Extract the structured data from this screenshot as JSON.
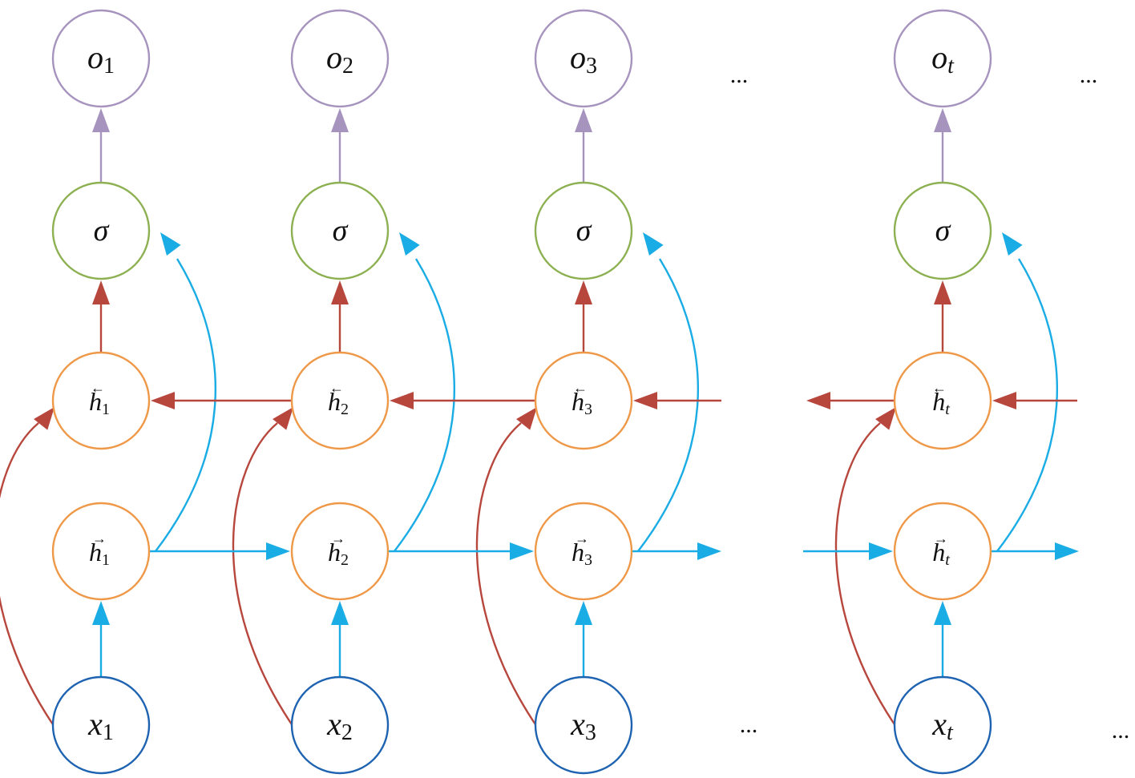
{
  "colors": {
    "output": "#A693BE",
    "sigma": "#8DB152",
    "hidden": "#EE9848",
    "input": "#1E63B1",
    "backward": "#B7463D",
    "forward": "#1AACE4"
  },
  "columns": [
    {
      "id": "1",
      "output": {
        "base": "o",
        "sub": "1"
      },
      "sigma": "σ",
      "backward": {
        "base": "h",
        "sub": "1"
      },
      "forward": {
        "base": "h",
        "sub": "1"
      },
      "input": {
        "base": "x",
        "sub": "1"
      }
    },
    {
      "id": "2",
      "output": {
        "base": "o",
        "sub": "2"
      },
      "sigma": "σ",
      "backward": {
        "base": "h",
        "sub": "2"
      },
      "forward": {
        "base": "h",
        "sub": "2"
      },
      "input": {
        "base": "x",
        "sub": "2"
      }
    },
    {
      "id": "3",
      "output": {
        "base": "o",
        "sub": "3"
      },
      "sigma": "σ",
      "backward": {
        "base": "h",
        "sub": "3"
      },
      "forward": {
        "base": "h",
        "sub": "3"
      },
      "input": {
        "base": "x",
        "sub": "3"
      }
    },
    {
      "id": "t",
      "output": {
        "base": "o",
        "sub": "t"
      },
      "sigma": "σ",
      "backward": {
        "base": "h",
        "sub": "t"
      },
      "forward": {
        "base": "h",
        "sub": "t"
      },
      "input": {
        "base": "x",
        "sub": "t"
      }
    }
  ],
  "ellipsis": "..."
}
